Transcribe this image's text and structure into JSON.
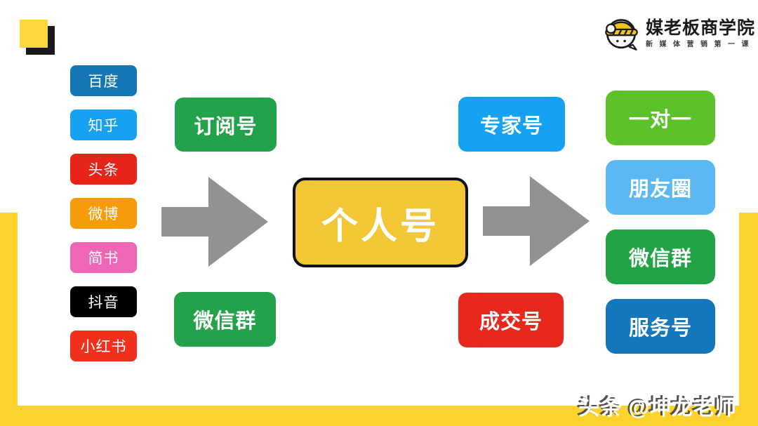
{
  "colors": {
    "frame_yellow": "#FCD32D",
    "arrow_gray": "#929292",
    "corner_logo_yellow": "#FAD73A",
    "corner_logo_black": "#1A1A1A",
    "center_fill": "#F2C634",
    "center_border": "#111111"
  },
  "brand": {
    "title": "媒老板商学院",
    "subtitle": "新媒体营销第一课",
    "mascot": "face-with-yellow-hard-hat-icon"
  },
  "left_column": [
    {
      "label": "百度",
      "color": "#1577B5"
    },
    {
      "label": "知乎",
      "color": "#17A2F1"
    },
    {
      "label": "头条",
      "color": "#E6241A"
    },
    {
      "label": "微博",
      "color": "#F79B0B"
    },
    {
      "label": "简书",
      "color": "#EE67B4"
    },
    {
      "label": "抖音",
      "color": "#000000"
    },
    {
      "label": "小红书",
      "color": "#F1301D"
    }
  ],
  "middle_left": [
    {
      "label": "订阅号",
      "color": "#23A24B"
    },
    {
      "label": "微信群",
      "color": "#23A24B"
    }
  ],
  "center": {
    "label": "个人号"
  },
  "right_mid": [
    {
      "label": "专家号",
      "color": "#16A2F2"
    },
    {
      "label": "成交号",
      "color": "#E8281D"
    }
  ],
  "right_column": [
    {
      "label": "一对一",
      "color": "#5CC229"
    },
    {
      "label": "朋友圈",
      "color": "#5BB8F0"
    },
    {
      "label": "微信群",
      "color": "#22A346"
    },
    {
      "label": "服务号",
      "color": "#1577BB"
    }
  ],
  "watermark": {
    "text": "头条 @坤龙老师"
  }
}
